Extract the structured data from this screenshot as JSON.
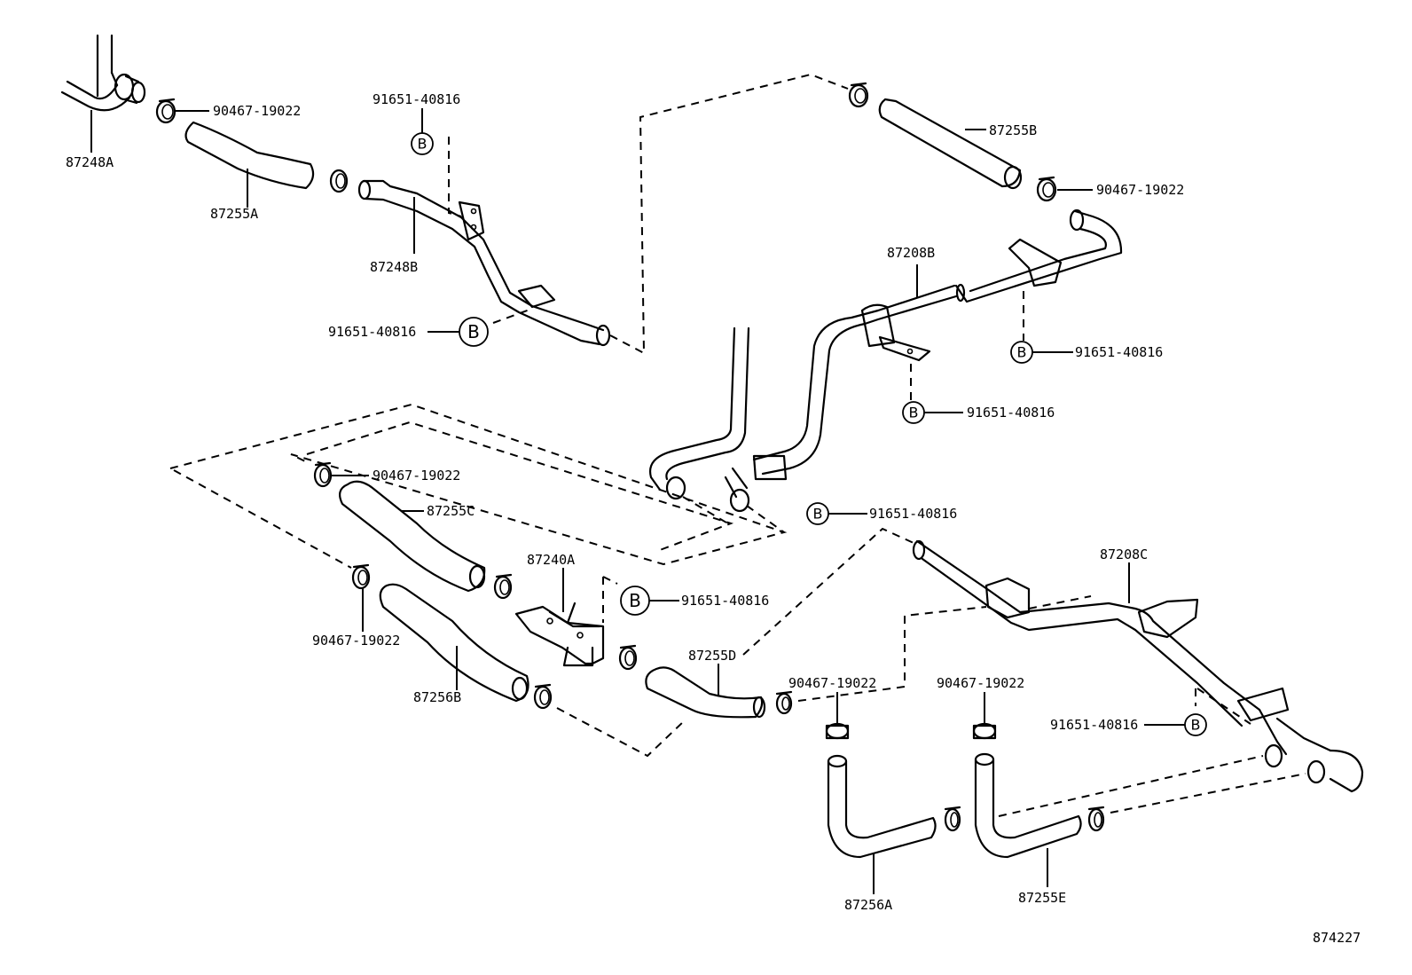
{
  "diagram": {
    "type": "exploded parts diagram",
    "subject": "heater water hoses and pipes",
    "illustration_number": "874227",
    "bolt_marker_letter": "B",
    "parts": [
      {
        "id": "p-87248A",
        "number": "87248A",
        "description": "pipe (upper left)"
      },
      {
        "id": "p-87255A",
        "number": "87255A",
        "description": "hose"
      },
      {
        "id": "p-87248B",
        "number": "87248B",
        "description": "pipe with bracket"
      },
      {
        "id": "p-87255B",
        "number": "87255B",
        "description": "hose"
      },
      {
        "id": "p-87208B",
        "number": "87208B",
        "description": "pipe with clamps"
      },
      {
        "id": "p-87255C",
        "number": "87255C",
        "description": "hose"
      },
      {
        "id": "p-87240A",
        "number": "87240A",
        "description": "water valve"
      },
      {
        "id": "p-87256B",
        "number": "87256B",
        "description": "hose"
      },
      {
        "id": "p-87255D",
        "number": "87255D",
        "description": "hose"
      },
      {
        "id": "p-87208C",
        "number": "87208C",
        "description": "pipe with clamps"
      },
      {
        "id": "p-87256A",
        "number": "87256A",
        "description": "elbow hose"
      },
      {
        "id": "p-87255E",
        "number": "87255E",
        "description": "elbow hose"
      }
    ],
    "clip_callouts": [
      {
        "number": "90467-19022",
        "location": "top-left clip"
      },
      {
        "number": "90467-19022",
        "location": "top-right clip"
      },
      {
        "number": "90467-19022",
        "location": "middle-left upper clip"
      },
      {
        "number": "90467-19022",
        "location": "middle-left lower clip"
      },
      {
        "number": "90467-19022",
        "location": "center clip by 87255D"
      },
      {
        "number": "90467-19022",
        "location": "lower-right clip"
      }
    ],
    "bolt_callouts": [
      {
        "number": "91651-40816",
        "location": "above 87248B bracket"
      },
      {
        "number": "91651-40816",
        "location": "left of 87248B lower bracket"
      },
      {
        "number": "91651-40816",
        "location": "right of 87208B bracket"
      },
      {
        "number": "91651-40816",
        "location": "below 87208B clamp"
      },
      {
        "number": "91651-40816",
        "location": "center below U-pipe"
      },
      {
        "number": "91651-40816",
        "location": "right of 87240A valve"
      },
      {
        "number": "91651-40816",
        "location": "lower right by 87208C"
      }
    ]
  }
}
